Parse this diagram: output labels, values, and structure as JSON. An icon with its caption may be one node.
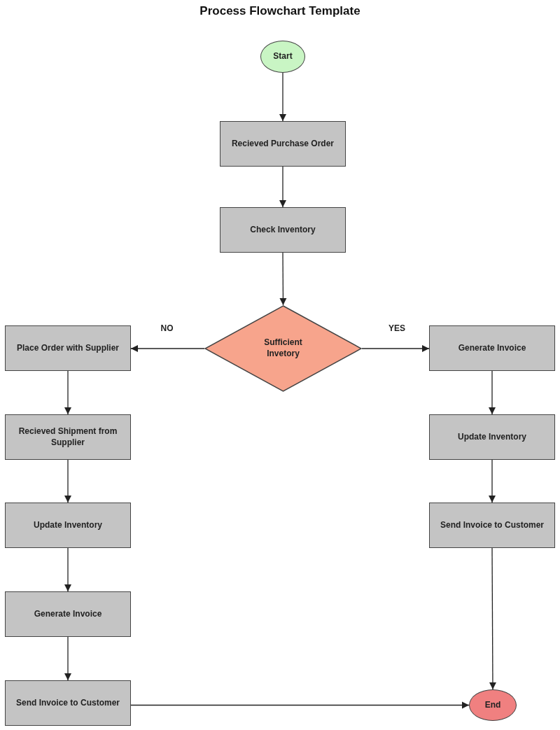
{
  "diagram": {
    "title": "Process Flowchart Template",
    "nodes": [
      {
        "text": [
          "Start"
        ]
      },
      {
        "text": [
          "Recieved Purchase Order"
        ]
      },
      {
        "text": [
          "Check Inventory"
        ]
      },
      {
        "text": [
          "Sufficient Invetory"
        ]
      },
      {
        "text": [
          "Place Order with Supplier"
        ]
      },
      {
        "text": [
          "Recieved Shipment from Supplier"
        ]
      },
      {
        "text": [
          "Update Inventory"
        ]
      },
      {
        "text": [
          "Generate Invoice"
        ]
      },
      {
        "text": [
          "Send Invoice to Customer"
        ]
      },
      {
        "text": [
          "Generate Invoice"
        ]
      },
      {
        "text": [
          "Update Inventory"
        ]
      },
      {
        "text": [
          "Send Invoice to Customer"
        ]
      },
      {
        "text": [
          "End"
        ]
      }
    ],
    "edges": [
      {
        "from": 0,
        "to": 1,
        "arrow": "to"
      },
      {
        "from": 1,
        "to": 2,
        "arrow": "to"
      },
      {
        "from": 2,
        "to": 3,
        "arrow": "to"
      },
      {
        "from": 3,
        "to": 4,
        "arrow": "to",
        "label": "NO"
      },
      {
        "from": 3,
        "to": 9,
        "arrow": "to",
        "label": "YES"
      },
      {
        "from": 4,
        "to": 5,
        "arrow": "to"
      },
      {
        "from": 5,
        "to": 6,
        "arrow": "to"
      },
      {
        "from": 6,
        "to": 7,
        "arrow": "to"
      },
      {
        "from": 7,
        "to": 8,
        "arrow": "to"
      },
      {
        "from": 8,
        "to": 12,
        "arrow": "to"
      },
      {
        "from": 9,
        "to": 10,
        "arrow": "to"
      },
      {
        "from": 10,
        "to": 11,
        "arrow": "to"
      },
      {
        "from": 11,
        "to": 12,
        "arrow": "to"
      }
    ]
  }
}
